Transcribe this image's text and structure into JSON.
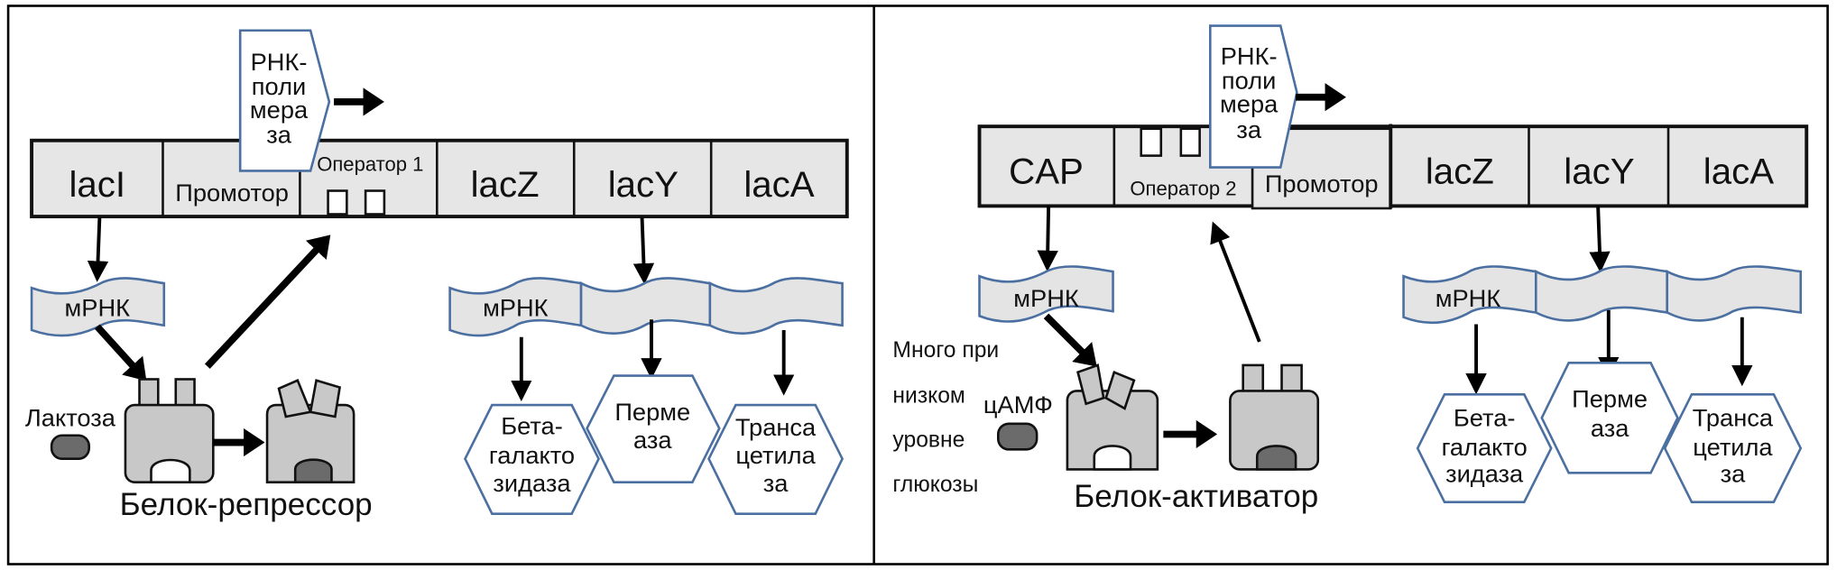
{
  "left_panel": {
    "genes": [
      "lacI",
      "Промотор",
      "Оператор 1",
      "lacZ",
      "lacY",
      "lacA"
    ],
    "rna_polymerase": [
      "РНК-",
      "поли",
      "мера",
      "за"
    ],
    "mrna_labels": [
      "мРНК",
      "мРНК"
    ],
    "inducer": "Лактоза",
    "protein_label": "Белок-репрессор",
    "enzymes": [
      [
        "Бета-",
        "галакто",
        "зидаза"
      ],
      [
        "Перме",
        "аза"
      ],
      [
        "Транса",
        "цетила",
        "за"
      ]
    ]
  },
  "right_panel": {
    "genes": [
      "CAP",
      "Оператор 2",
      "Промотор",
      "lacZ",
      "lacY",
      "lacA"
    ],
    "rna_polymerase": [
      "РНК-",
      "поли",
      "мера",
      "за"
    ],
    "mrna_labels": [
      "мРНК",
      "мРНК"
    ],
    "condition": [
      "Много при",
      "низком",
      "уровне",
      "глюкозы"
    ],
    "effector": "цАМФ",
    "protein_label": "Белок-активатор",
    "enzymes": [
      [
        "Бета-",
        "галакто",
        "зидаза"
      ],
      [
        "Перме",
        "аза"
      ],
      [
        "Транса",
        "цетила",
        "за"
      ]
    ]
  },
  "colors": {
    "gene_bar": "#e6e6e6",
    "protein": "#c8c8c8",
    "ligand": "#6b6b6b",
    "outline_blue": "#4a6fa0"
  }
}
